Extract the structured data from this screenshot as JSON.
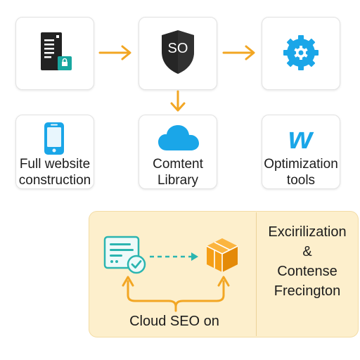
{
  "colors": {
    "arrow": "#f2a623",
    "accent_blue": "#1aa6e8",
    "dark": "#222222",
    "teal": "#2bb5b0",
    "orange": "#f59e16",
    "panel_bg": "#fdefcc"
  },
  "icons": {
    "server": "server-icon",
    "shield": "shield-icon",
    "gear": "gear-icon",
    "phone": "phone-icon",
    "cloud": "cloud-icon",
    "w_logo": "w-logo-icon",
    "form": "form-check-icon",
    "cube": "cube-icon"
  },
  "nodes": {
    "shield_text": "SO",
    "w_text": "w",
    "full_website": "Full website\nconstruction",
    "content_library": "Comtent\nLibrary",
    "optimization_tools": "Optimization\ntools"
  },
  "panel": {
    "cloud_seo": "Cloud SEO on",
    "right_text": "Excirilization\n&\nContense\nFrecington"
  }
}
